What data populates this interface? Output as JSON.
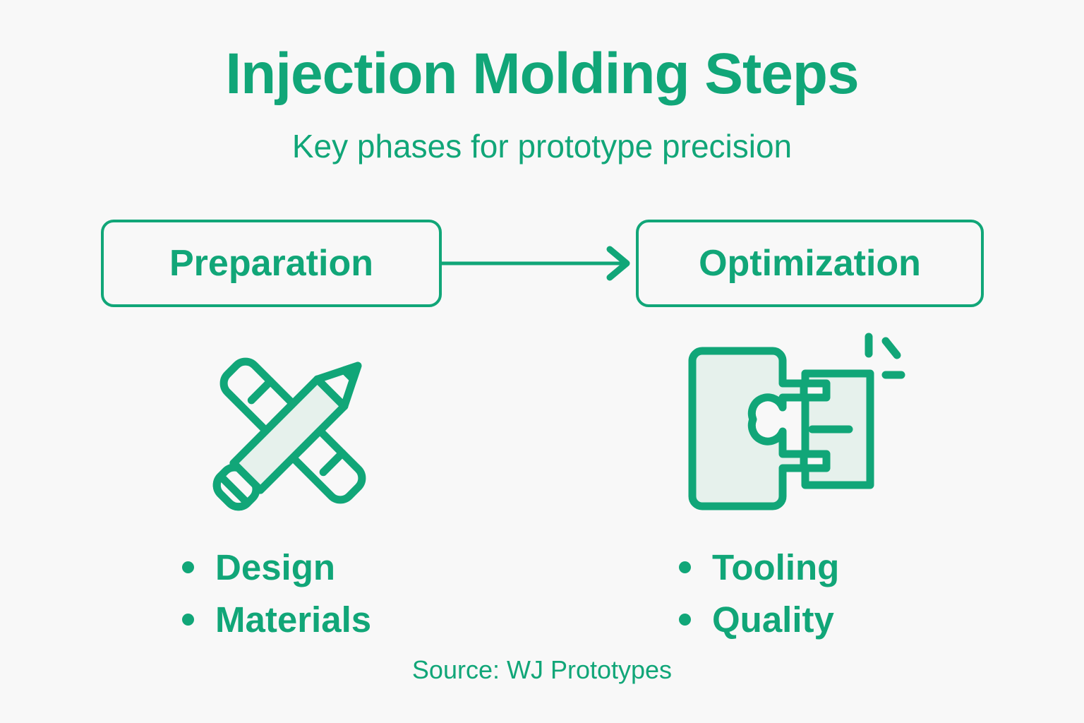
{
  "page": {
    "background_color": "#f8f8f8",
    "accent_color": "#11a678",
    "fill_color": "#e6f1ec"
  },
  "header": {
    "title": "Injection Molding Steps",
    "subtitle": "Key phases for prototype precision"
  },
  "flow": {
    "arrow_icon": "right-arrow-icon",
    "steps": [
      {
        "id": "preparation",
        "label": "Preparation",
        "icon": "pencil-ruler-icon",
        "bullets": [
          "Design",
          "Materials"
        ]
      },
      {
        "id": "optimization",
        "label": "Optimization",
        "icon": "mold-halves-icon",
        "bullets": [
          "Tooling",
          "Quality"
        ]
      }
    ]
  },
  "footer": {
    "source": "Source: WJ Prototypes"
  }
}
